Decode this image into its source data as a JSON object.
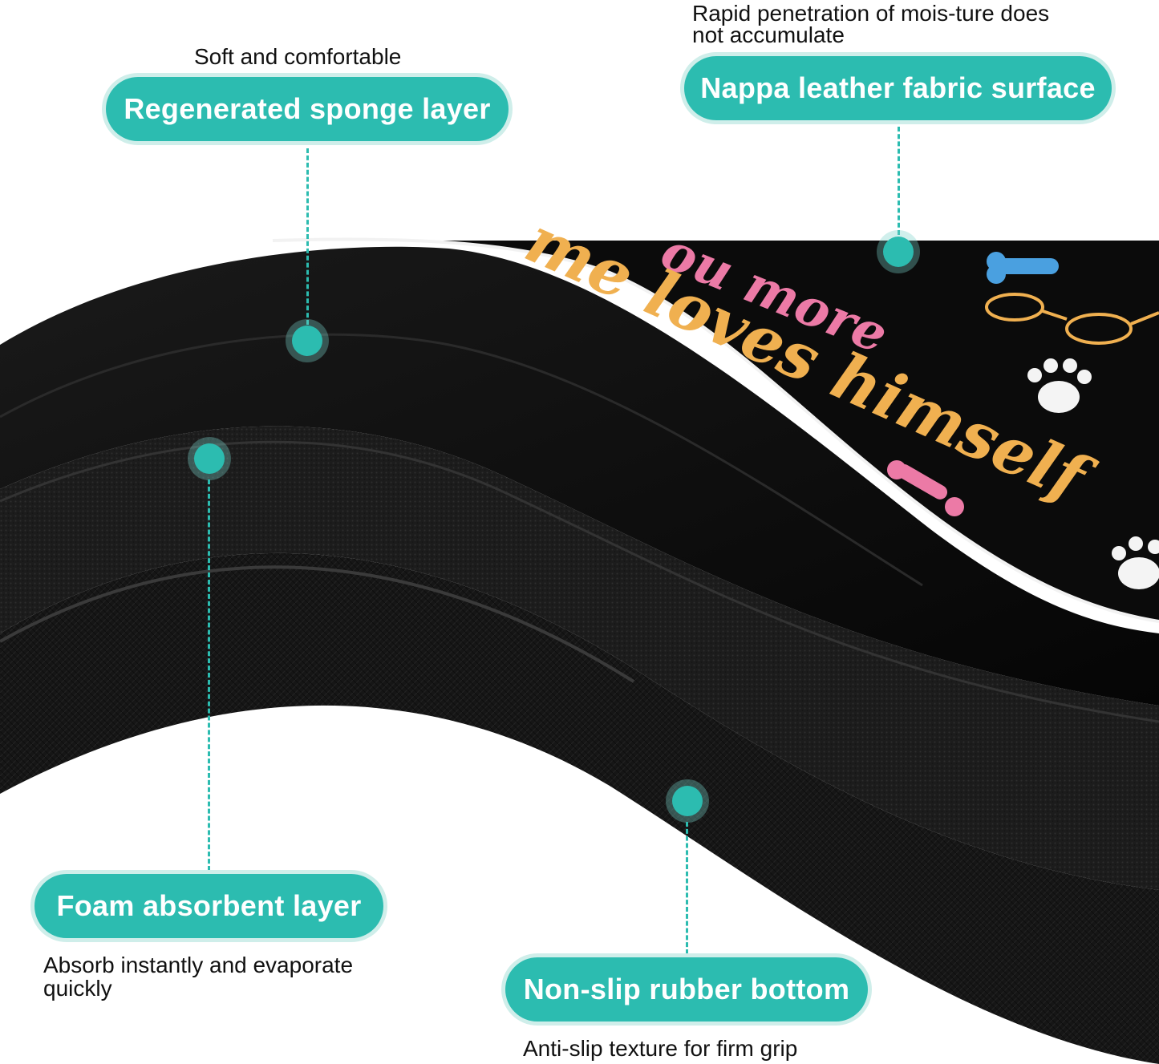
{
  "callouts": {
    "sponge": {
      "label": "Regenerated sponge layer",
      "note": "Soft and comfortable"
    },
    "surface": {
      "label": "Nappa leather fabric surface",
      "note_line1": "Rapid penetration of mois-ture does",
      "note_line2": "not accumulate"
    },
    "foam": {
      "label": "Foam absorbent layer",
      "note_line1": "Absorb instantly and evaporate",
      "note_line2": "quickly"
    },
    "rubber": {
      "label": "Non-slip rubber bottom",
      "note": "Anti-slip texture for firm grip"
    }
  },
  "mat_print": {
    "text_line1": "ou more",
    "text_line2": "me loves himself"
  },
  "colors": {
    "accent": "#2cbcb0",
    "accent_halo": "#cfeeea",
    "mat_black": "#0c0c0c",
    "script_orange": "#f0b050",
    "script_pink": "#ec7aa6",
    "paw_blue": "#4aa0e0"
  },
  "icons": [
    "paw-print-icon",
    "bone-icon",
    "dog-glasses-icon"
  ]
}
